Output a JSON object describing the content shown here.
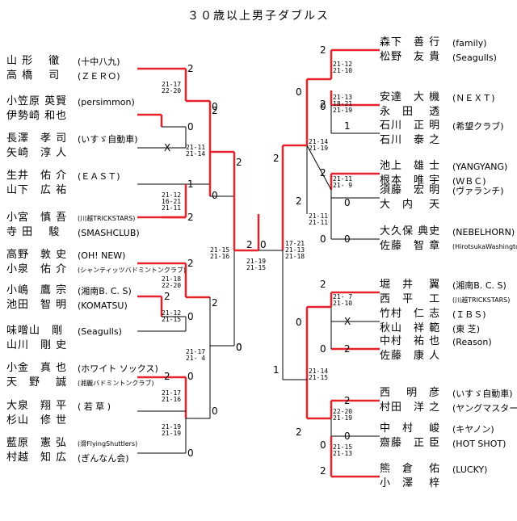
{
  "title": "３０歳以上男子ダブルス",
  "left_teams": [
    {
      "p1": "山 形　 徹",
      "p2": "高 橋　 司",
      "club": "(十中八九)",
      "club2": "(ＺＥＲＯ)"
    },
    {
      "p1": "小笠原 英賢",
      "p2": "伊勢崎 和也",
      "club": "(persimmon)",
      "club2": ""
    },
    {
      "p1": "長澤　孝 司",
      "p2": "矢崎　淳 人",
      "club": "(いすゞ自動車)",
      "club2": ""
    },
    {
      "p1": "生井　佑 介",
      "p2": "山下　広 祐",
      "club": "(ＥＡＳＴ)",
      "club2": ""
    },
    {
      "p1": "小宮　慎 吾",
      "p2": "寺 田　 駿",
      "club": "(川越TRICKSTARS)",
      "club2": "(SMASHCLUB)"
    },
    {
      "p1": "高野　敦 史",
      "p2": "小泉　佑 介",
      "club": "(OH! NEW)",
      "club2": "(シャンティッツバドミントンクラブ)"
    },
    {
      "p1": "小嶋　鷹 宗",
      "p2": "池田　智 明",
      "club": "(湘南B. C. S)",
      "club2": "(KOMATSU)"
    },
    {
      "p1": "味噌山　剛",
      "p2": "山川　剛 史",
      "club": "(Seagulls)",
      "club2": ""
    },
    {
      "p1": "小金　真 也",
      "p2": "天　野　 誠",
      "club": "(ホワイト ソックス)",
      "club2": "(湘麗バドミントンクラブ)"
    },
    {
      "p1": "大泉　翔 平",
      "p2": "杉山　修 世",
      "club": "( 若 草 )",
      "club2": ""
    },
    {
      "p1": "藍原　憲 弘",
      "p2": "村越　知 広",
      "club": "(滑FlyingShuttlers)",
      "club2": "(ぎんなん会)"
    }
  ],
  "right_teams": [
    {
      "p1": "森下　善 行",
      "p2": "松野　友 貴",
      "club": "(family)",
      "club2": "(Seagulls)"
    },
    {
      "p1": "安達　大 機",
      "p2": "永　田　 透",
      "club": "(ＮＥＸＴ)",
      "club2": ""
    },
    {
      "p1": "石川　正 明",
      "p2": "石川　泰 之",
      "club": "(希望クラブ)",
      "club2": ""
    },
    {
      "p1": "池上　雄 士",
      "p2": "根本　唯 宇",
      "club": "(YANGYANG)",
      "club2": "(ＷＢＣ)"
    },
    {
      "p1": "須藤　宏 明",
      "p2": "大　内　 天",
      "club": "(ヴァランチ)",
      "club2": ""
    },
    {
      "p1": "大久保 典史",
      "p2": "佐藤　智 章",
      "club": "(NEBELHORN)",
      "club2": "(HirotsukaWashington)"
    },
    {
      "p1": "堀　井　 翼",
      "p2": "西　平　 工",
      "club": "(湘南B. C. S)",
      "club2": "(川越TRICKSTARS)"
    },
    {
      "p1": "竹村　仁 志",
      "p2": "秋山　祥 範",
      "club": "(ＩＢＳ)",
      "club2": "(東 芝)"
    },
    {
      "p1": "中村　祐 也",
      "p2": "佐藤　康 人",
      "club": "(Reason)",
      "club2": ""
    },
    {
      "p1": "西　 明　彦",
      "p2": "村田　洋 之",
      "club": "(いすゞ自動車)",
      "club2": "(ヤングマスターズ)"
    },
    {
      "p1": "中　村　 峻",
      "p2": "齋藤　正 臣",
      "club": "(キヤノン)",
      "club2": "(HOT SHOT)"
    },
    {
      "p1": "熊　倉　 佑",
      "p2": "小　澤　 梓",
      "club": "(LUCKY)",
      "club2": ""
    }
  ],
  "scores": {
    "l_r1_a": "21-17\n22-20",
    "l_r2_a": "21-11\n21-14",
    "l_r1_b": "21-12\n16-21\n21-11",
    "l_r1_c": "21-18\n22-20",
    "l_r1_d": "21-12\n21-15",
    "l_r2_c": "21-17\n21- 4",
    "l_r1_e": "21-17\n21-16",
    "l_r2_d": "21-19\n21-19",
    "l_r3_a": "21-15\n21-16",
    "semi_left": "21-19\n21-15",
    "final": "17-21\n21-13\n21-18",
    "r_r1_a": "21-12\n21-10",
    "r_r1_b": "21-13\n18-21\n21-19",
    "r_r2_a": "21-14\n21-19",
    "r_r1_c": "21-11\n21- 9",
    "r_r2_b": "21-11\n21-11",
    "r_r1_d": "21- 7\n21-10",
    "r_r2_c": "21-14\n21-15",
    "r_r1_e": "22-20\n21-19",
    "r_r2_d": "21-15\n21-13"
  },
  "marks": {
    "r_l1": "2",
    "r_l2": "0",
    "r_l3": "X",
    "r_l4": "1",
    "r_l5": "2",
    "r_l6": "2",
    "r_l7": "0",
    "r_l8": "0",
    "r_l9": "2",
    "r_l10": "0",
    "r_l11": "0",
    "r_l12": "0",
    "r_l13": "2",
    "r_l14": "2",
    "r_l15": "0",
    "r_l16": "2",
    "r_l17": "0",
    "r_l18": "2",
    "r_l19": "0",
    "r_l20": "2",
    "r_l21": "0",
    "r_r1": "2",
    "r_r2": "2",
    "r_r3": "0",
    "r_r4": "1",
    "r_r5": "0",
    "r_r6": "2",
    "r_r7": "2",
    "r_r8": "0",
    "r_r9": "2",
    "r_r10": "0",
    "r_r11": "0",
    "r_r12": "2",
    "r_r13": "X",
    "r_r14": "0",
    "r_r15": "2",
    "r_r16": "0",
    "r_r17": "2",
    "r_r18": "0",
    "r_r19": "2",
    "r_r20": "0",
    "r_r21": "1",
    "r_r22": "2"
  },
  "colors": {
    "winner": "#e8222b",
    "line": "#000000"
  }
}
